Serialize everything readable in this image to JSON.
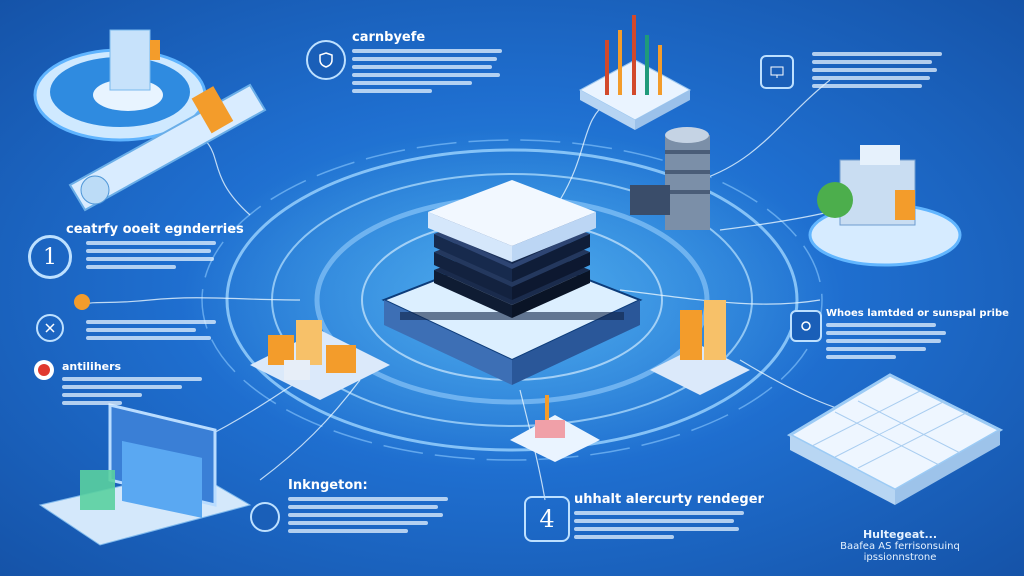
{
  "panels": {
    "top_center": {
      "title": "carnbyefe"
    },
    "left_one": {
      "title": "ceatrfy ooeit egnderries",
      "number": "1"
    },
    "left_alert": {
      "title": "antilihers"
    },
    "bottom_center": {
      "title": "Inkngeton:"
    },
    "bottom_four": {
      "title": "uhhalt alercurty rendeger",
      "number": "4"
    },
    "right_mid": {
      "title": "Whoes lamtded or sunspal pribe"
    },
    "bottom_right": {
      "title": "Hultegeat...",
      "subtitle": "Baafea AS ferrisonsuinq ipssionnstrone"
    }
  },
  "colors": {
    "background": "#1f6fd0",
    "ring": "#9ed4ff",
    "server_top": "#eef6ff",
    "accent_orange": "#f39c2b"
  },
  "icons": [
    "server-stack-icon",
    "robot-arm-icon",
    "factory-icon",
    "chip-icon",
    "shield-icon",
    "alert-icon",
    "laptop-icon",
    "pipe-icon"
  ]
}
